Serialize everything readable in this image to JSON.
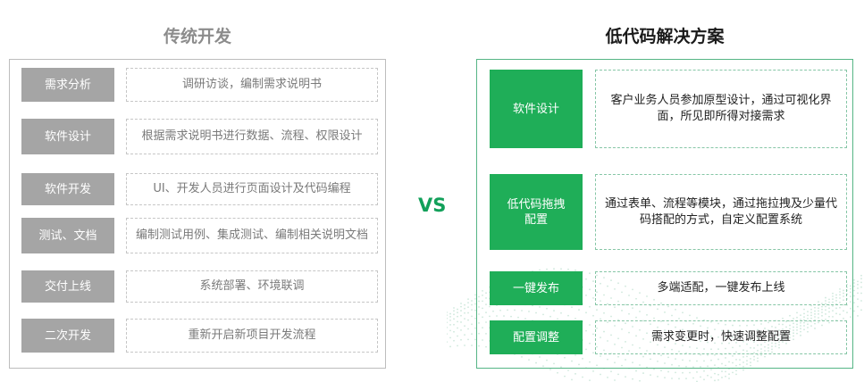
{
  "traditional": {
    "title": "传统开发",
    "rows": [
      {
        "label": "需求分析",
        "desc": "调研访谈，编制需求说明书"
      },
      {
        "label": "软件设计",
        "desc": "根据需求说明书进行数据、流程、权限设计"
      },
      {
        "label": "软件开发",
        "desc": "UI、开发人员进行页面设计及代码编程"
      },
      {
        "label": "测试、文档",
        "desc": "编制测试用例、集成测试、编制相关说明文档"
      },
      {
        "label": "交付上线",
        "desc": "系统部署、环境联调"
      },
      {
        "label": "二次开发",
        "desc": "重新开启新项目开发流程"
      }
    ]
  },
  "vs_label": "VS",
  "lowcode": {
    "title": "低代码解决方案",
    "rows": [
      {
        "label": "软件设计",
        "desc": "客户业务人员参加原型设计，通过可视化界面，所见即所得对接需求"
      },
      {
        "label": "低代码拖拽配置",
        "desc": "通过表单、流程等模块，通过拖拉拽及少量代码搭配的方式，自定义配置系统"
      },
      {
        "label": "一键发布",
        "desc": "多端适配，一键发布上线"
      },
      {
        "label": "配置调整",
        "desc": "需求变更时，快速调整配置"
      }
    ]
  },
  "colors": {
    "traditional_label_bg": "#a5a5a5",
    "lowcode_label_bg": "#1fae58",
    "vs_color": "#12a05a",
    "lowcode_border": "#55b585"
  }
}
